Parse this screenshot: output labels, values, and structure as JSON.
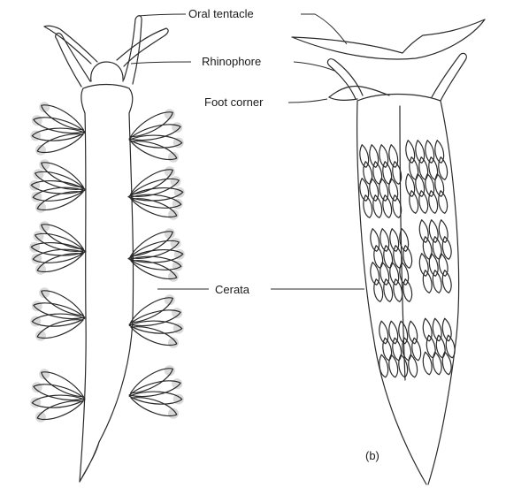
{
  "labels": {
    "oral_tentacle": "Oral tentacle",
    "rhinophore": "Rhinophore",
    "foot_corner": "Foot corner",
    "cerata": "Cerata",
    "panel_b": "(b)"
  }
}
